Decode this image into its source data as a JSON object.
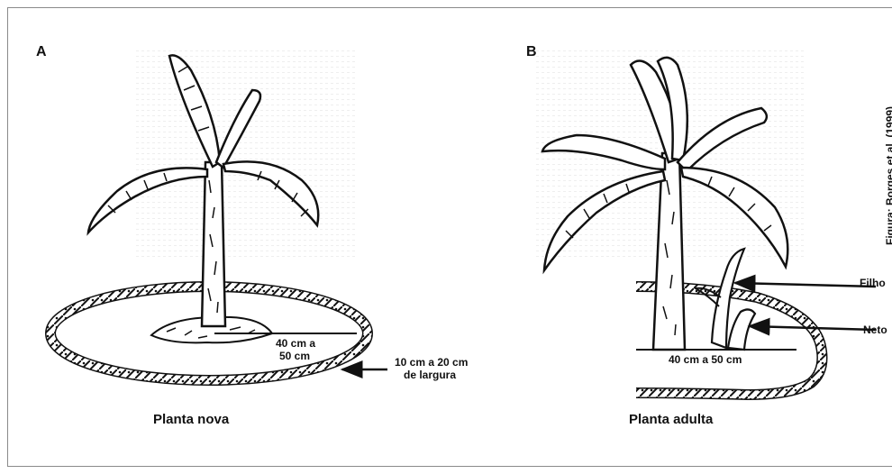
{
  "panel_a": {
    "letter": "A",
    "caption": "Planta nova",
    "distance_line1": "40 cm a",
    "distance_line2": "50 cm",
    "width_line1": "10 cm a 20 cm",
    "width_line2": "de largura"
  },
  "panel_b": {
    "letter": "B",
    "caption": "Planta adulta",
    "distance": "40 cm a 50 cm",
    "son_label": "Filho",
    "grandson_label": "Neto"
  },
  "credit": "Figura: Borges et al. (1999)",
  "colors": {
    "ink": "#111111",
    "border": "#8a8a8a",
    "background": "#ffffff"
  }
}
